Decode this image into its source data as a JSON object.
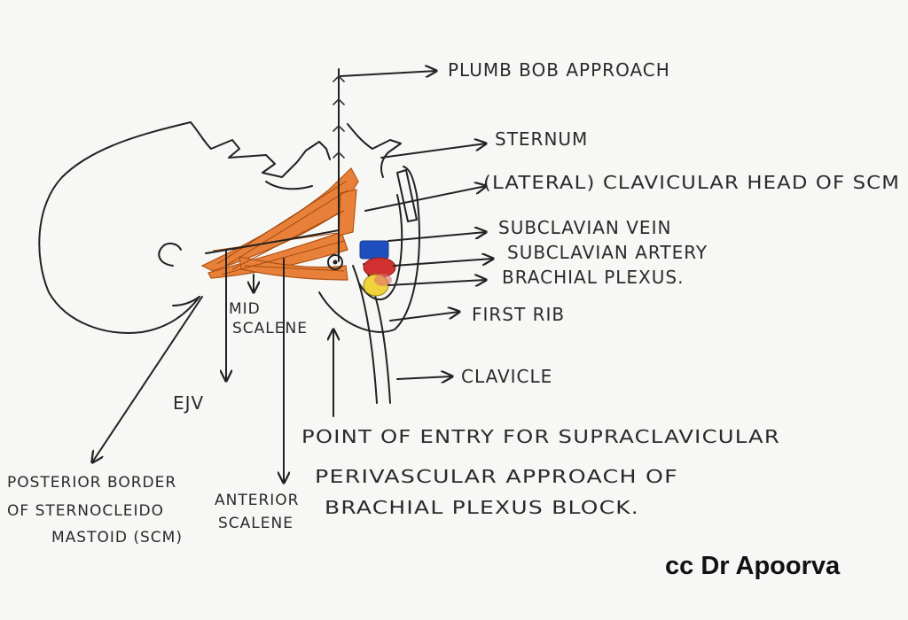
{
  "labels": {
    "plumb_bob": "PLUMB BOB APPROACH",
    "sternum": "STERNUM",
    "clav_head": "(LATERAL) CLAVICULAR HEAD OF SCM",
    "subclavian_vein": "SUBCLAVIAN VEIN",
    "subclavian_artery": "SUBCLAVIAN ARTERY",
    "brachial_plexus": "BRACHIAL PLEXUS.",
    "first_rib": "FIRST RIB",
    "clavicle": "CLAVICLE",
    "mid_scalene_1": "MID",
    "mid_scalene_2": "SCALENE",
    "ejv": "EJV",
    "point_entry_1": "POINT OF ENTRY FOR SUPRACLAVICULAR",
    "point_entry_2": "PERIVASCULAR APPROACH OF",
    "point_entry_3": "BRACHIAL PLEXUS BLOCK.",
    "post_border_1": "POSTERIOR BORDER",
    "post_border_2": "OF STERNOCLEIDO",
    "post_border_3": "MASTOID (SCM)",
    "ant_scalene_1": "ANTERIOR",
    "ant_scalene_2": "SCALENE",
    "credit": "cc Dr Apoorva"
  },
  "colors": {
    "muscle": "#e8803a",
    "vein": "#1f4fbf",
    "artery": "#d03030",
    "plexus": "#f0d23a",
    "ink": "#222222"
  }
}
